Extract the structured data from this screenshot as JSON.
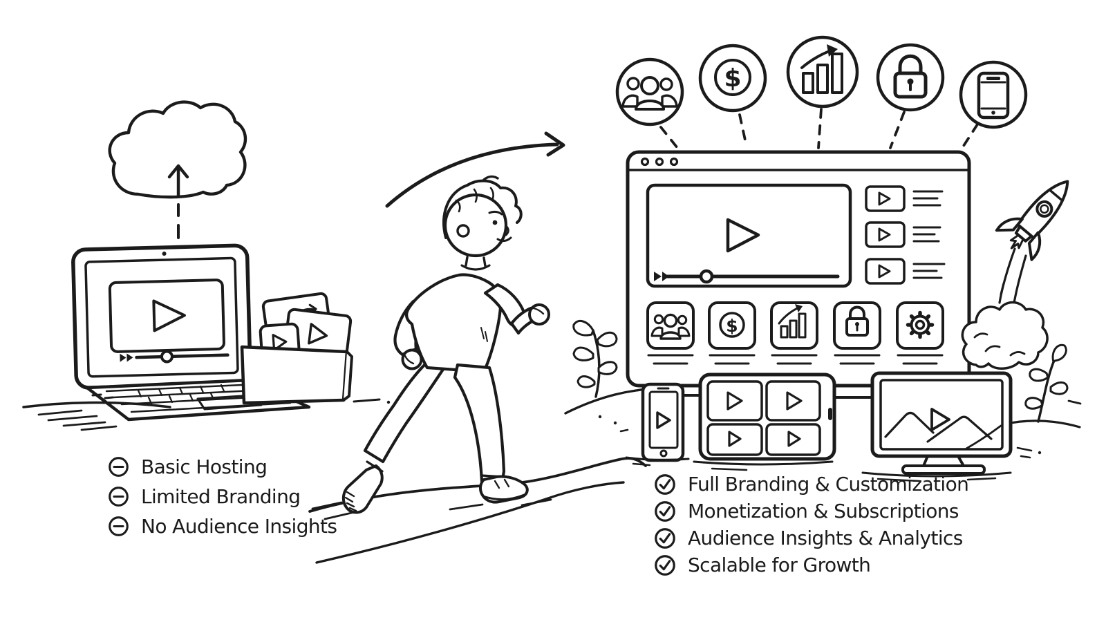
{
  "colors": {
    "ink": "#1b1b1b",
    "paper": "#ffffff"
  },
  "glyphs": {
    "dollar": "$"
  },
  "old_way": {
    "scene_icons": [
      "cloud-upload-icon",
      "laptop-video-player",
      "media-folder"
    ],
    "drawbacks": [
      {
        "icon": "minus-circle-icon",
        "label": "Basic Hosting"
      },
      {
        "icon": "minus-circle-icon",
        "label": "Limited Branding"
      },
      {
        "icon": "minus-circle-icon",
        "label": "No Audience Insights"
      }
    ]
  },
  "transition": {
    "scene_icons": [
      "curved-arrow-icon",
      "walking-person",
      "uphill-path"
    ]
  },
  "new_way": {
    "feature_badges": [
      "audience-icon",
      "dollar-icon",
      "growth-chart-icon",
      "lock-icon",
      "smartphone-icon"
    ],
    "platform_tiles": [
      "audience-icon",
      "dollar-icon",
      "growth-chart-icon",
      "lock-icon",
      "gear-icon"
    ],
    "devices": [
      "smartphone",
      "tablet",
      "desktop-monitor"
    ],
    "scene_icons": [
      "rocket-icon",
      "plant-icon"
    ],
    "benefits": [
      {
        "icon": "check-circle-icon",
        "label": "Full Branding & Customization"
      },
      {
        "icon": "check-circle-icon",
        "label": "Monetization & Subscriptions"
      },
      {
        "icon": "check-circle-icon",
        "label": "Audience Insights & Analytics"
      },
      {
        "icon": "check-circle-icon",
        "label": "Scalable for Growth"
      }
    ]
  }
}
